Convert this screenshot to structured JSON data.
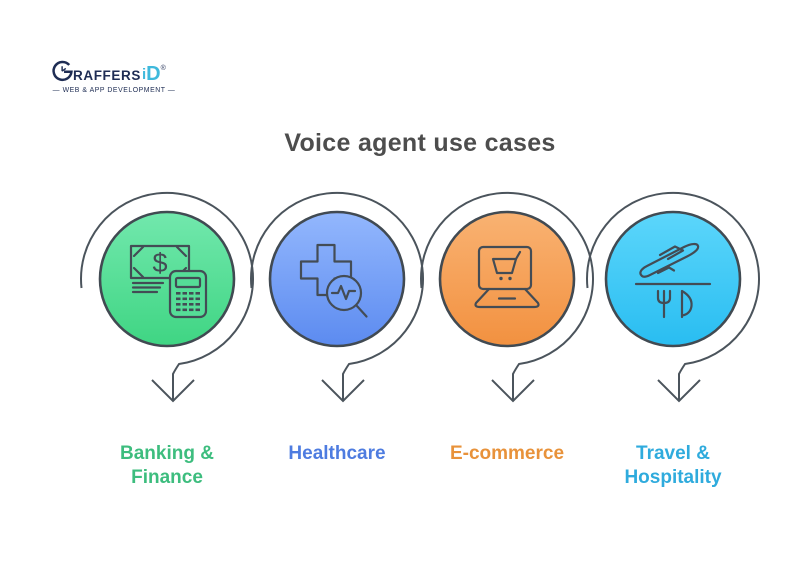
{
  "logo": {
    "brand": "GraffersID",
    "brand_g": "G",
    "brand_graffers": "RAFFERS",
    "brand_i": "i",
    "brand_d": "D",
    "registered": "®",
    "tagline": "— WEB & APP DEVELOPMENT —"
  },
  "title": "Voice agent use cases",
  "use_cases": [
    {
      "label": "Banking & Finance",
      "icon": "money-calculator-icon",
      "circle_top": "#72e8ad",
      "circle_bottom": "#3fd583",
      "icon_fill": "#55dd97",
      "label_color": "#3dbd7e"
    },
    {
      "label": "Healthcare",
      "icon": "medical-cross-search-icon",
      "circle_top": "#93b7fd",
      "circle_bottom": "#5c8bf0",
      "icon_fill": "#76a2f7",
      "label_color": "#4e7ce0"
    },
    {
      "label": "E-commerce",
      "icon": "laptop-shopping-cart-icon",
      "circle_top": "#f9b272",
      "circle_bottom": "#f29140",
      "icon_fill": "#f5a058",
      "label_color": "#e8923a"
    },
    {
      "label": "Travel & Hospitality",
      "icon": "airplane-dining-icon",
      "circle_top": "#5cd6fb",
      "circle_bottom": "#29bdf1",
      "icon_fill": "#40cbf6",
      "label_color": "#2fabdd"
    }
  ],
  "colors": {
    "stroke": "#434c55",
    "arc": "#4b545c",
    "title": "#4d4d4d",
    "logo_navy": "#1f2d54",
    "logo_blue": "#3fb9dc"
  }
}
